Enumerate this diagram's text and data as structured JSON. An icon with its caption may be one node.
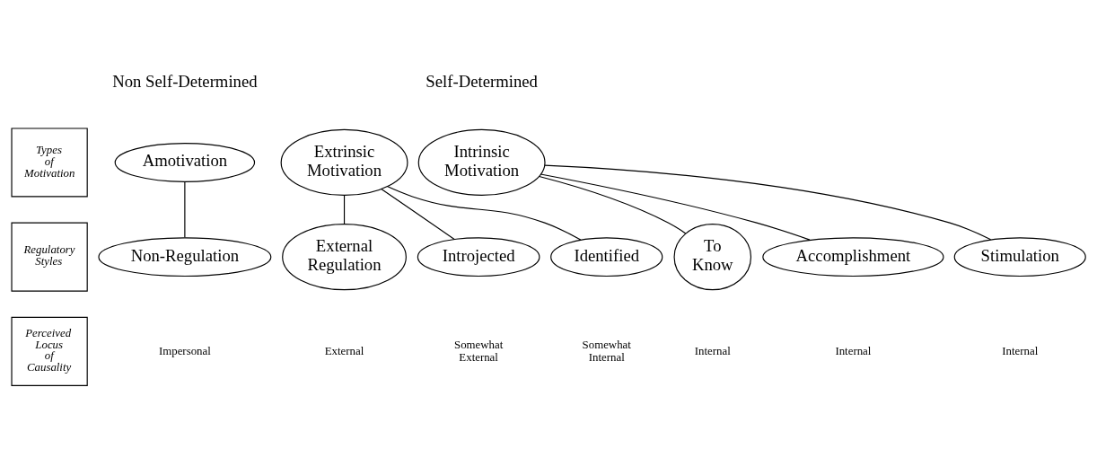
{
  "diagram": {
    "nodes": [
      {
        "text": [
          "Types of Motivation"
        ]
      },
      {
        "text": [
          "Regulatory Styles"
        ]
      },
      {
        "text": [
          "Perceived Locus of Causality"
        ]
      },
      {
        "text": [
          "Amotivation"
        ]
      },
      {
        "text": [
          "Non-Regulation"
        ]
      },
      {
        "text": [
          "Extrinsic Motivation"
        ]
      },
      {
        "text": [
          "External Regulation"
        ]
      },
      {
        "text": [
          "Introjected"
        ]
      },
      {
        "text": [
          "Identified"
        ]
      },
      {
        "text": [
          "Intrinsic Motivation"
        ]
      },
      {
        "text": [
          "To Know"
        ]
      },
      {
        "text": [
          "Accomplishment"
        ]
      },
      {
        "text": [
          "Stimulation"
        ]
      }
    ],
    "edges": [
      {
        "from": 3,
        "to": 4,
        "arrow": "none"
      },
      {
        "from": 5,
        "to": 6,
        "arrow": "none"
      },
      {
        "from": 5,
        "to": 7,
        "arrow": "none"
      },
      {
        "from": 5,
        "to": 8,
        "arrow": "none"
      },
      {
        "from": 9,
        "to": 10,
        "arrow": "none"
      },
      {
        "from": 9,
        "to": 11,
        "arrow": "none"
      },
      {
        "from": 9,
        "to": 12,
        "arrow": "none"
      }
    ],
    "labels": [
      "Non Self-Determined",
      "Self-Determined",
      "Impersonal",
      "External",
      "Somewhat External",
      "Somewhat Internal",
      "Internal",
      "Internal",
      "Internal"
    ]
  }
}
